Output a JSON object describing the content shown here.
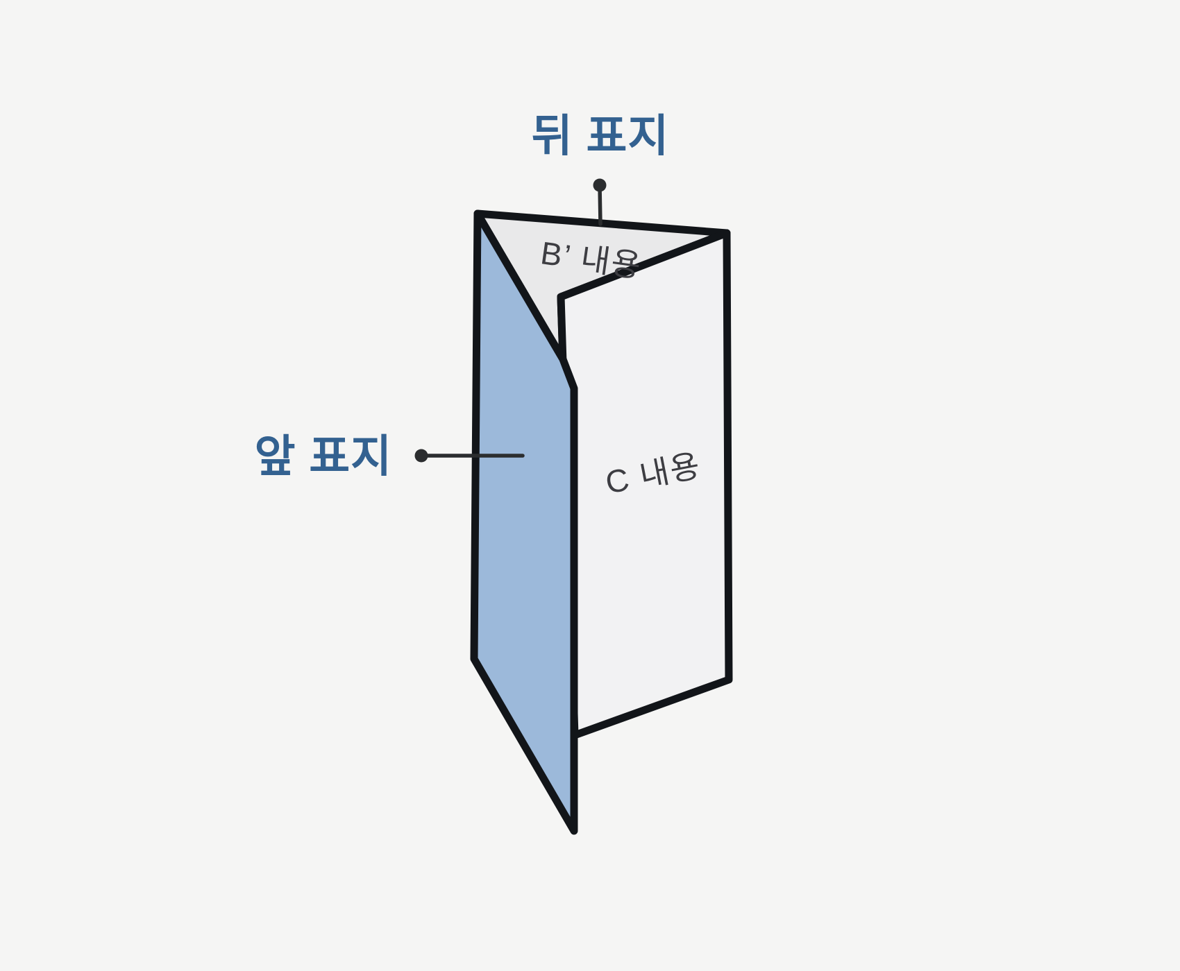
{
  "diagram": {
    "type": "trifold-brochure-standing-3d",
    "callouts": {
      "back_cover": {
        "label": "뒤 표지"
      },
      "front_cover": {
        "label": "앞 표지"
      }
    },
    "panels": {
      "top_face_label": "B’ 내용",
      "right_panel_label": "C 내용"
    },
    "colors": {
      "background": "#f5f5f4",
      "front_panel": "#9cb9da",
      "top_face": "#e9e9ea",
      "right_panel": "#f2f2f3",
      "outline": "#121519",
      "label_blue": "#336190",
      "panel_text": "#3d3d42",
      "annotation": "#2b2d2f"
    }
  }
}
